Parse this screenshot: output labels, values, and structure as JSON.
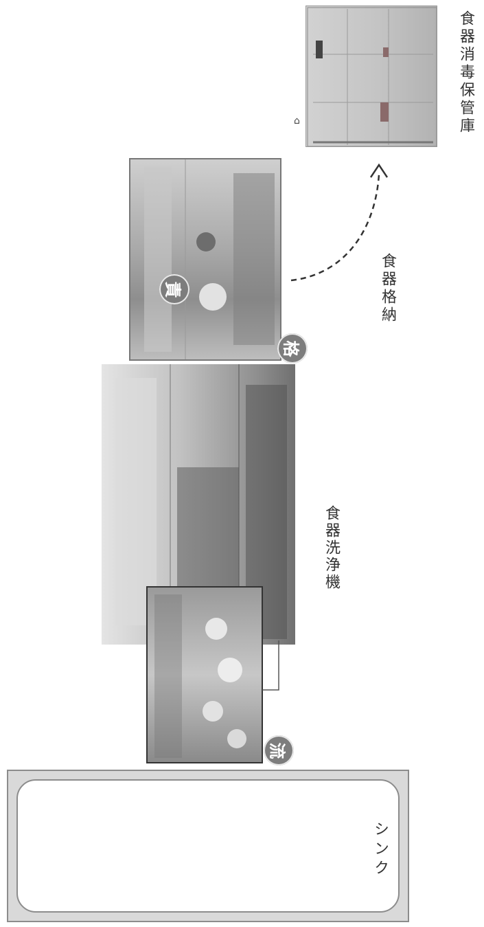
{
  "labels": {
    "sink": "シンク",
    "dishwasher": "食器洗浄機",
    "storage_action": "食器格納",
    "cabinet": "食器消毒保管庫"
  },
  "badges": {
    "flow": "流",
    "responsibility": "責",
    "store": "格"
  },
  "colors": {
    "badge": "#7d7d7d",
    "sink_frame": "#8c8c8c",
    "photo": "#bdbdbd"
  }
}
